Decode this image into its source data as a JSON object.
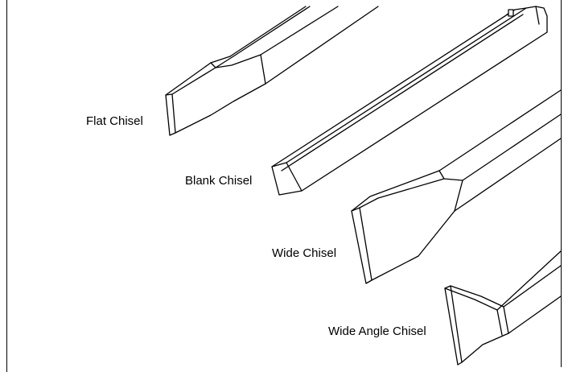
{
  "labels": {
    "flat": "Flat Chisel",
    "blank": "Blank Chisel",
    "wide": "Wide Chisel",
    "wide_angle": "Wide Angle Chisel"
  },
  "colors": {
    "line": "#000000",
    "background": "#ffffff"
  }
}
